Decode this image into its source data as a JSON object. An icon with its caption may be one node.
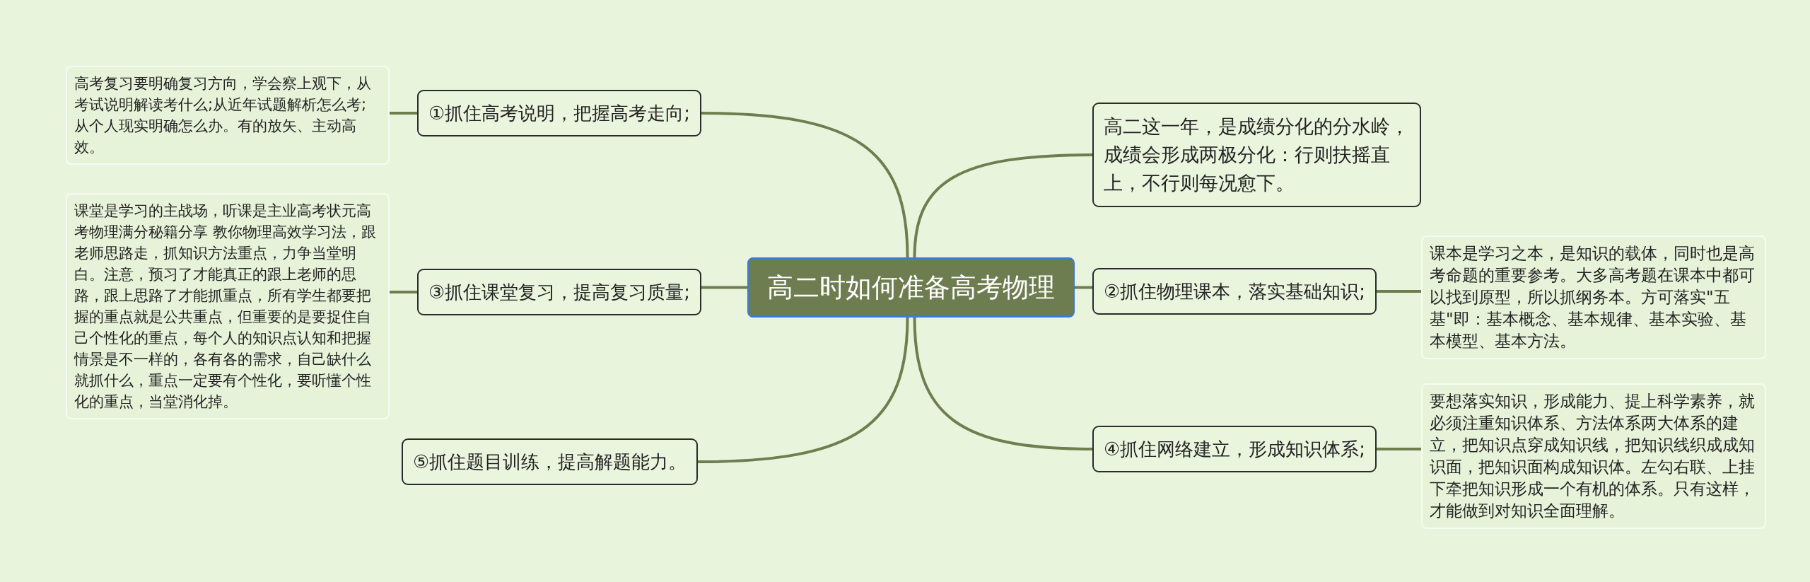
{
  "diagram": {
    "nodes": [
      {
        "text": [
          "高二时如何准备高考物理"
        ]
      },
      {
        "text": [
          "①抓住高考说明，把握高考走向;"
        ]
      },
      {
        "text": [
          "高考复习要明确复习方向，学会察上观下，从考试说明解读考什么;从近年试题解析怎么考;从个人现实明确怎么办。有的放矢、主动高效。"
        ]
      },
      {
        "text": [
          "高二这一年，是成绩分化的分水岭，成绩会形成两极分化：行则扶摇直上，不行则每况愈下。"
        ]
      },
      {
        "text": [
          "②抓住物理课本，落实基础知识;"
        ]
      },
      {
        "text": [
          "课本是学习之本，是知识的载体，同时也是高考命题的重要参考。大多高考题在课本中都可以找到原型，所以抓纲务本。方可落实\"五基\"即：基本概念、基本规律、基本实验、基本模型、基本方法。"
        ]
      },
      {
        "text": [
          "③抓住课堂复习，提高复习质量;"
        ]
      },
      {
        "text": [
          "课堂是学习的主战场，听课是主业高考状元高考物理满分秘籍分享 教你物理高效学习法，跟老师思路走，抓知识方法重点，力争当堂明白。注意，预习了才能真正的跟上老师的思路，跟上思路了才能抓重点，所有学生都要把握的重点就是公共重点，但重要的是要捉住自己个性化的重点，每个人的知识点认知和把握情景是不一样的，各有各的需求，自己缺什么就抓什么，重点一定要有个性化，要听懂个性化的重点，当堂消化掉。"
        ]
      },
      {
        "text": [
          "④抓住网络建立，形成知识体系;"
        ]
      },
      {
        "text": [
          "要想落实知识，形成能力、提上科学素养，就必须注重知识体系、方法体系两大体系的建立，把知识点穿成知识线，把知识线织成成知识面，把知识面构成知识体。左勾右联、上挂下牵把知识形成一个有机的体系。只有这样，才能做到对知识全面理解。"
        ]
      },
      {
        "text": [
          "⑤抓住题目训练，提高解题能力。"
        ]
      }
    ],
    "edges": [
      {
        "from": 0,
        "to": 1,
        "arrow": "none"
      },
      {
        "from": 1,
        "to": 2,
        "arrow": "none"
      },
      {
        "from": 0,
        "to": 3,
        "arrow": "none"
      },
      {
        "from": 0,
        "to": 4,
        "arrow": "none"
      },
      {
        "from": 4,
        "to": 5,
        "arrow": "none"
      },
      {
        "from": 0,
        "to": 6,
        "arrow": "none"
      },
      {
        "from": 6,
        "to": 7,
        "arrow": "none"
      },
      {
        "from": 0,
        "to": 8,
        "arrow": "none"
      },
      {
        "from": 8,
        "to": 9,
        "arrow": "none"
      },
      {
        "from": 0,
        "to": 10,
        "arrow": "none"
      }
    ]
  }
}
